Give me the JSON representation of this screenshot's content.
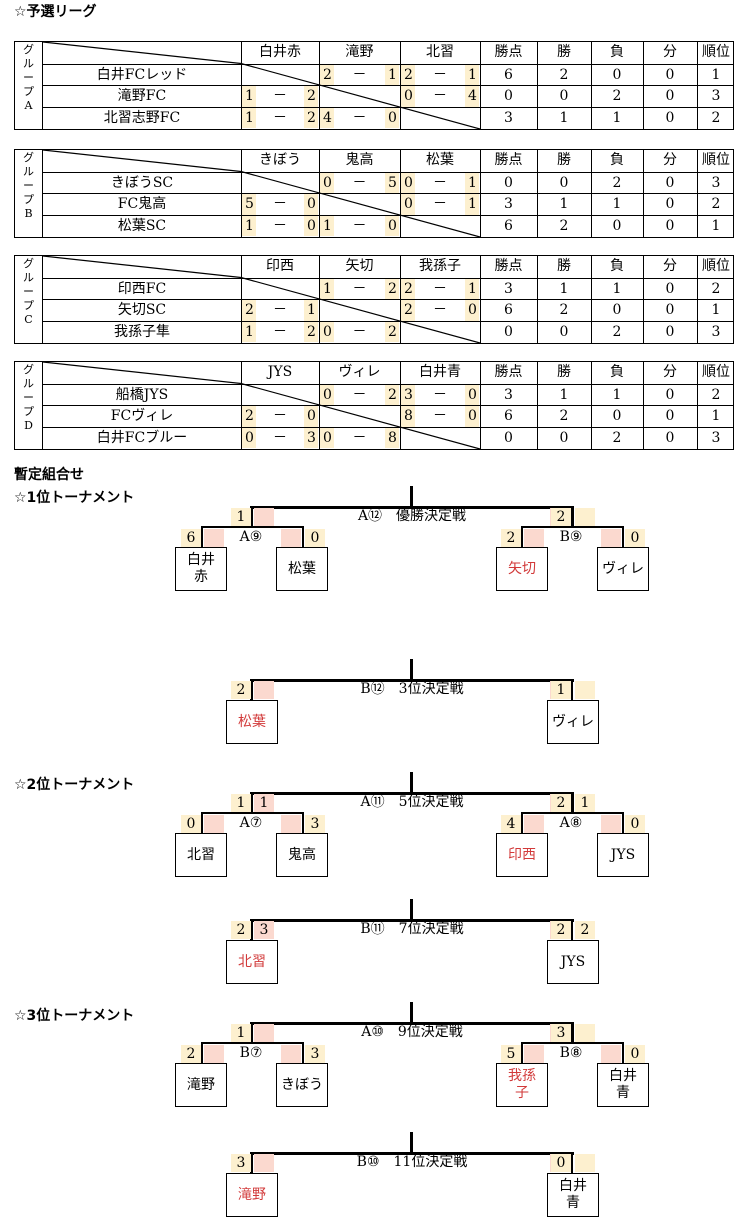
{
  "titles": {
    "league": "☆予選リーグ",
    "provisional": "暫定組合せ",
    "t1": "☆1位トーナメント",
    "t2": "☆2位トーナメント",
    "t3": "☆3位トーナメント"
  },
  "stat_headers": [
    "勝点",
    "勝",
    "負",
    "分",
    "順位"
  ],
  "groups": [
    {
      "label": [
        "グ",
        "ル",
        "ー",
        "プ",
        "A"
      ],
      "short": [
        "白井赤",
        "滝野",
        "北習"
      ],
      "teams": [
        {
          "name": "白井FCレッド",
          "scores": [
            null,
            [
              "2",
              "1"
            ],
            [
              "2",
              "1"
            ]
          ],
          "stats": [
            "6",
            "2",
            "0",
            "0",
            "1"
          ]
        },
        {
          "name": "滝野FC",
          "scores": [
            [
              "1",
              "2"
            ],
            null,
            [
              "0",
              "4"
            ]
          ],
          "stats": [
            "0",
            "0",
            "2",
            "0",
            "3"
          ]
        },
        {
          "name": "北習志野FC",
          "scores": [
            [
              "1",
              "2"
            ],
            [
              "4",
              "0"
            ],
            null
          ],
          "stats": [
            "3",
            "1",
            "1",
            "0",
            "2"
          ]
        }
      ]
    },
    {
      "label": [
        "グ",
        "ル",
        "ー",
        "プ",
        "B"
      ],
      "short": [
        "きぼう",
        "鬼高",
        "松葉"
      ],
      "teams": [
        {
          "name": "きぼうSC",
          "scores": [
            null,
            [
              "0",
              "5"
            ],
            [
              "0",
              "1"
            ]
          ],
          "stats": [
            "0",
            "0",
            "2",
            "0",
            "3"
          ]
        },
        {
          "name": "FC鬼高",
          "scores": [
            [
              "5",
              "0"
            ],
            null,
            [
              "0",
              "1"
            ]
          ],
          "stats": [
            "3",
            "1",
            "1",
            "0",
            "2"
          ]
        },
        {
          "name": "松葉SC",
          "scores": [
            [
              "1",
              "0"
            ],
            [
              "1",
              "0"
            ],
            null
          ],
          "stats": [
            "6",
            "2",
            "0",
            "0",
            "1"
          ]
        }
      ]
    },
    {
      "label": [
        "グ",
        "ル",
        "ー",
        "プ",
        "C"
      ],
      "short": [
        "印西",
        "矢切",
        "我孫子"
      ],
      "teams": [
        {
          "name": "印西FC",
          "scores": [
            null,
            [
              "1",
              "2"
            ],
            [
              "2",
              "1"
            ]
          ],
          "stats": [
            "3",
            "1",
            "1",
            "0",
            "2"
          ]
        },
        {
          "name": "矢切SC",
          "scores": [
            [
              "2",
              "1"
            ],
            null,
            [
              "2",
              "0"
            ]
          ],
          "stats": [
            "6",
            "2",
            "0",
            "0",
            "1"
          ]
        },
        {
          "name": "我孫子隼",
          "scores": [
            [
              "1",
              "2"
            ],
            [
              "0",
              "2"
            ],
            null
          ],
          "stats": [
            "0",
            "0",
            "2",
            "0",
            "3"
          ]
        }
      ]
    },
    {
      "label": [
        "グ",
        "ル",
        "ー",
        "プ",
        "D"
      ],
      "short": [
        "JYS",
        "ヴィレ",
        "白井青"
      ],
      "teams": [
        {
          "name": "船橋JYS",
          "scores": [
            null,
            [
              "0",
              "2"
            ],
            [
              "3",
              "0"
            ]
          ],
          "stats": [
            "3",
            "1",
            "1",
            "0",
            "2"
          ]
        },
        {
          "name": "FCヴィレ",
          "scores": [
            [
              "2",
              "0"
            ],
            null,
            [
              "8",
              "0"
            ]
          ],
          "stats": [
            "6",
            "2",
            "0",
            "0",
            "1"
          ]
        },
        {
          "name": "白井FCブルー",
          "scores": [
            [
              "0",
              "3"
            ],
            [
              "0",
              "8"
            ],
            null
          ],
          "stats": [
            "0",
            "0",
            "2",
            "0",
            "3"
          ]
        }
      ]
    }
  ],
  "dash": "－",
  "tournament1": {
    "final_label": "A⑫　優勝決定戦",
    "final_left": "1",
    "final_right": "2",
    "semi_left": {
      "label": "A⑨",
      "s1": "6",
      "s2": "0",
      "t1": "白井\n赤",
      "t2": "松葉"
    },
    "semi_right": {
      "label": "B⑨",
      "s1": "2",
      "s2": "0",
      "t1": "矢切",
      "t2": "ヴィレ"
    },
    "third_label": "B⑫　3位決定戦",
    "third_left": "2",
    "third_right": "1",
    "third_t1": "松葉",
    "third_t2": "ヴィレ"
  },
  "tournament2": {
    "final_label": "A⑪　5位決定戦",
    "final_left": "1",
    "final_left_pk": "1",
    "final_right": "2",
    "final_right_pk": "1",
    "semi_left": {
      "label": "A⑦",
      "s1": "0",
      "s2": "3",
      "t1": "北習",
      "t2": "鬼高"
    },
    "semi_right": {
      "label": "A⑧",
      "s1": "4",
      "s2": "0",
      "t1": "印西",
      "t2": "JYS"
    },
    "third_label": "B⑪　7位決定戦",
    "third_left": "2",
    "third_left_pk": "3",
    "third_right": "2",
    "third_right_pk": "2",
    "third_t1": "北習",
    "third_t2": "JYS"
  },
  "tournament3": {
    "final_label": "A⑩　9位決定戦",
    "final_left": "1",
    "final_right": "3",
    "semi_left": {
      "label": "B⑦",
      "s1": "2",
      "s2": "3",
      "t1": "滝野",
      "t2": "きぼう"
    },
    "semi_right": {
      "label": "B⑧",
      "s1": "5",
      "s2": "0",
      "t1": "我孫\n子",
      "t2": "白井\n青"
    },
    "third_label": "B⑩　11位決定戦",
    "third_left": "3",
    "third_right": "0",
    "third_t1": "滝野",
    "third_t2": "白井\n青"
  },
  "colors": {
    "winner_text": "#d23a3a",
    "score_shade": "#fdf0cf",
    "pk_shade": "#fbd9cf"
  }
}
